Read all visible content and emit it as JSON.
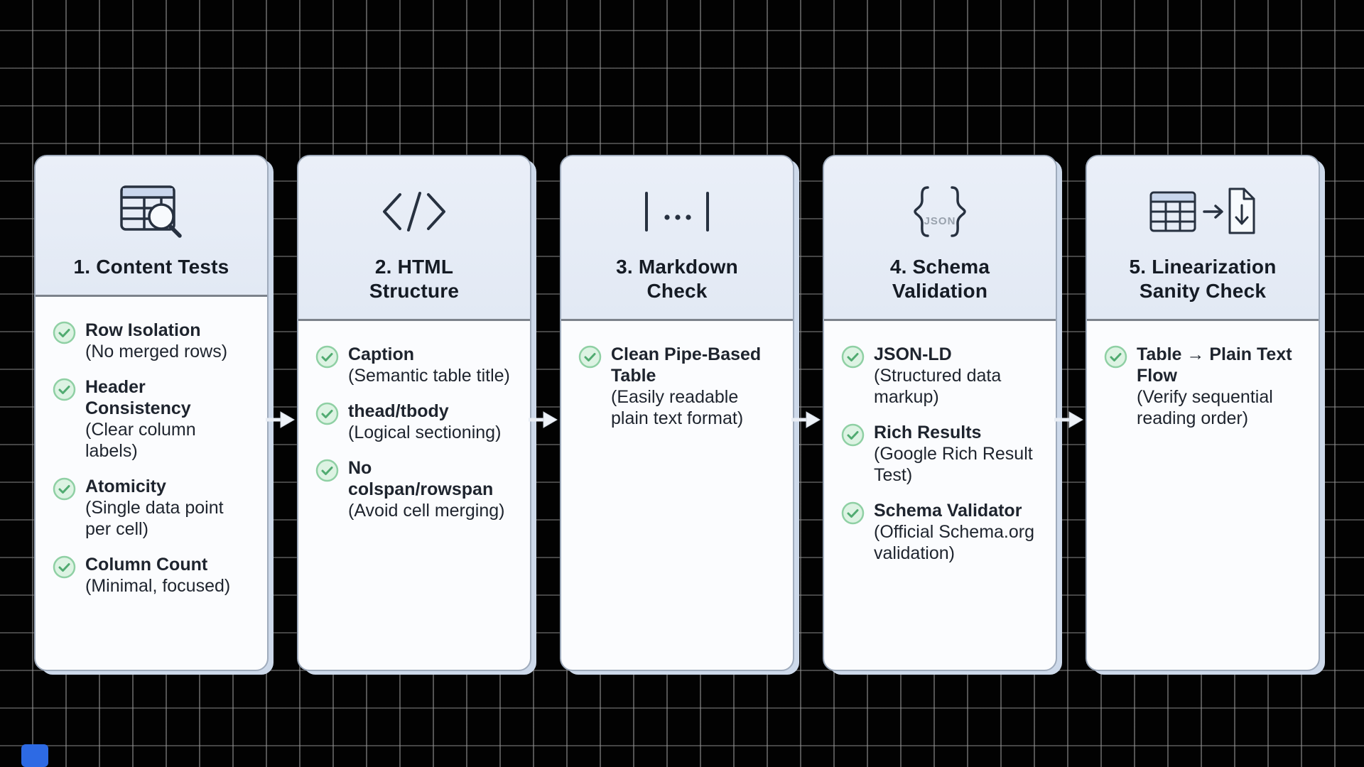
{
  "canvas": {
    "background": "#020202",
    "grid_line_color": "#969696",
    "accent_square_color": "#2d6ae4"
  },
  "connector": {
    "direction": "right",
    "color": "#eef2f8"
  },
  "check_icon": {
    "fill": "#ddf3e3",
    "ring": "#8fd0a4",
    "mark": "#51ab71"
  },
  "cards": [
    {
      "icon": "table-search-icon",
      "title": "1. Content Tests",
      "items": [
        {
          "label": "Row Isolation",
          "note": "(No merged rows)"
        },
        {
          "label": "Header Consistency",
          "note": "(Clear column labels)"
        },
        {
          "label": "Atomicity",
          "note": "(Single data point per cell)"
        },
        {
          "label": "Column Count",
          "note": "(Minimal, focused)"
        }
      ]
    },
    {
      "icon": "code-tags-icon",
      "title": "2. HTML Structure",
      "items": [
        {
          "label": "Caption",
          "note": "(Semantic table title)"
        },
        {
          "label": "thead/tbody",
          "note": "(Logical sectioning)"
        },
        {
          "label": "No colspan/rowspan",
          "note": "(Avoid cell merging)"
        }
      ]
    },
    {
      "icon": "pipe-dots-icon",
      "title": "3. Markdown Check",
      "items": [
        {
          "label": "Clean Pipe-Based Table",
          "note": "(Easily readable plain text format)"
        }
      ]
    },
    {
      "icon": "json-braces-icon",
      "icon_label": "JSON",
      "title": "4. Schema Validation",
      "items": [
        {
          "label": "JSON-LD",
          "note": "(Structured data markup)"
        },
        {
          "label": "Rich Results",
          "note": "(Google Rich Result Test)"
        },
        {
          "label": "Schema Validator",
          "note": "(Official Schema.org validation)"
        }
      ]
    },
    {
      "icon": "table-to-document-icon",
      "title": "5. Linearization Sanity Check",
      "items": [
        {
          "label": "Table → Plain Text Flow",
          "note": "(Verify sequential reading order)"
        }
      ]
    }
  ]
}
